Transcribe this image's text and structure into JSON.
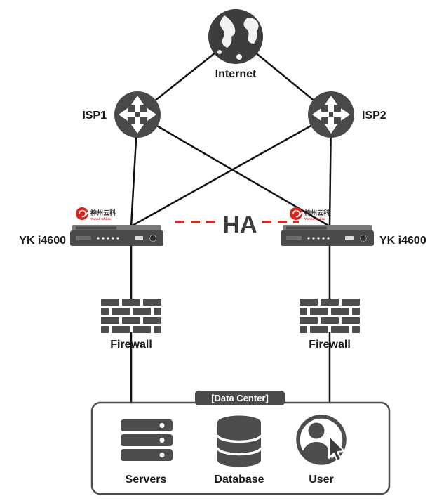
{
  "diagram": {
    "nodes": {
      "internet": {
        "label": "Internet"
      },
      "isp1": {
        "label": "ISP1"
      },
      "isp2": {
        "label": "ISP2"
      },
      "yk_left": {
        "label": "YK i4600"
      },
      "yk_right": {
        "label": "YK i4600"
      },
      "firewall_left": {
        "label": "Firewall"
      },
      "firewall_right": {
        "label": "Firewall"
      },
      "servers": {
        "label": "Servers"
      },
      "database": {
        "label": "Database"
      },
      "user": {
        "label": "User"
      }
    },
    "ha": {
      "label": "HA"
    },
    "datacenter": {
      "title": "[Data Center]"
    },
    "logo": {
      "brand_cn": "神州云科",
      "brand_en": "Yunke China"
    },
    "colors": {
      "icon_gray": "#4a4a4a",
      "line_black": "#111111",
      "ha_red": "#c8312b",
      "logo_red": "#d3261c"
    }
  }
}
